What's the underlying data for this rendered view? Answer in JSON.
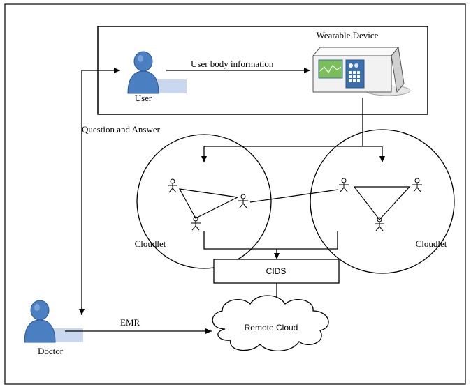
{
  "labels": {
    "wearable_device": "Wearable Device",
    "user": "User",
    "user_body_information": "User body information",
    "question_and_answer": "Question and Answer",
    "cloudlet_left": "Cloudlet",
    "cloudlet_right": "Cloudlet",
    "cids": "CIDS",
    "remote_cloud": "Remote Cloud",
    "emr": "EMR",
    "doctor": "Doctor"
  },
  "colors": {
    "person_body": "#4a7fc1",
    "person_dark": "#2a5590",
    "person_shadow": "#c9d8ee",
    "device_body": "#f2f2f2",
    "device_screen": "#7bbf5a",
    "device_panel": "#3c6fae",
    "line": "#000000"
  },
  "icons": {
    "user": "person-icon",
    "doctor": "person-icon",
    "wearable": "device-icon",
    "cloudlet_member": "stick-figure-icon",
    "remote_cloud": "cloud-icon"
  }
}
